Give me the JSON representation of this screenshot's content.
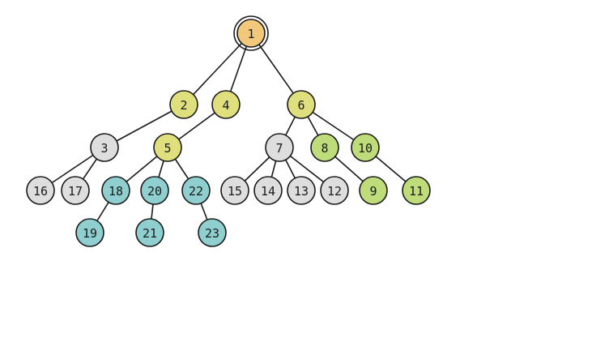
{
  "diagram": {
    "type": "tree",
    "colors": {
      "orange": "#f2c97a",
      "yellow": "#dfe07d",
      "green": "#bedd7a",
      "gray": "#dedede",
      "teal": "#8fcfcf"
    },
    "nodes": [
      {
        "id": "1",
        "label": "1",
        "color": "orange",
        "root": true
      },
      {
        "id": "2",
        "label": "2",
        "color": "yellow"
      },
      {
        "id": "4",
        "label": "4",
        "color": "yellow"
      },
      {
        "id": "6",
        "label": "6",
        "color": "yellow"
      },
      {
        "id": "3",
        "label": "3",
        "color": "gray"
      },
      {
        "id": "5",
        "label": "5",
        "color": "yellow"
      },
      {
        "id": "7",
        "label": "7",
        "color": "gray"
      },
      {
        "id": "8",
        "label": "8",
        "color": "green"
      },
      {
        "id": "10",
        "label": "10",
        "color": "green"
      },
      {
        "id": "16",
        "label": "16",
        "color": "gray"
      },
      {
        "id": "17",
        "label": "17",
        "color": "gray"
      },
      {
        "id": "18",
        "label": "18",
        "color": "teal"
      },
      {
        "id": "20",
        "label": "20",
        "color": "teal"
      },
      {
        "id": "22",
        "label": "22",
        "color": "teal"
      },
      {
        "id": "15",
        "label": "15",
        "color": "gray"
      },
      {
        "id": "14",
        "label": "14",
        "color": "gray"
      },
      {
        "id": "13",
        "label": "13",
        "color": "gray"
      },
      {
        "id": "12",
        "label": "12",
        "color": "gray"
      },
      {
        "id": "9",
        "label": "9",
        "color": "green"
      },
      {
        "id": "11",
        "label": "11",
        "color": "green"
      },
      {
        "id": "19",
        "label": "19",
        "color": "teal"
      },
      {
        "id": "21",
        "label": "21",
        "color": "teal"
      },
      {
        "id": "23",
        "label": "23",
        "color": "teal"
      }
    ],
    "edges": [
      [
        "1",
        "2"
      ],
      [
        "1",
        "4"
      ],
      [
        "1",
        "6"
      ],
      [
        "2",
        "3"
      ],
      [
        "4",
        "5"
      ],
      [
        "6",
        "7"
      ],
      [
        "6",
        "8"
      ],
      [
        "6",
        "10"
      ],
      [
        "3",
        "16"
      ],
      [
        "3",
        "17"
      ],
      [
        "5",
        "18"
      ],
      [
        "5",
        "20"
      ],
      [
        "5",
        "22"
      ],
      [
        "7",
        "15"
      ],
      [
        "7",
        "14"
      ],
      [
        "7",
        "13"
      ],
      [
        "7",
        "12"
      ],
      [
        "8",
        "9"
      ],
      [
        "10",
        "11"
      ],
      [
        "18",
        "19"
      ],
      [
        "20",
        "21"
      ],
      [
        "22",
        "23"
      ]
    ]
  }
}
